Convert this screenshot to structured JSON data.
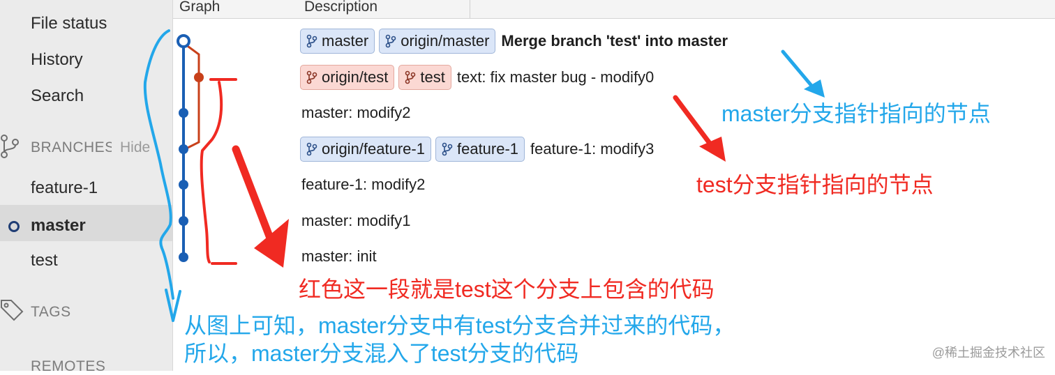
{
  "sidebar": {
    "items": [
      "File status",
      "History",
      "Search"
    ],
    "branches_header": "BRANCHES",
    "hide_label": "Hide",
    "branches": [
      "feature-1",
      "master",
      "test"
    ],
    "tags_header": "TAGS",
    "remotes_header": "REMOTES"
  },
  "columns": {
    "graph": "Graph",
    "description": "Description"
  },
  "commits": [
    {
      "tags": [
        {
          "label": "master",
          "color": "blue"
        },
        {
          "label": "origin/master",
          "color": "blue"
        }
      ],
      "message": "Merge branch 'test' into master"
    },
    {
      "tags": [
        {
          "label": "origin/test",
          "color": "red"
        },
        {
          "label": "test",
          "color": "red"
        }
      ],
      "message": "text: fix master bug - modify0"
    },
    {
      "tags": [],
      "message": "master: modify2"
    },
    {
      "tags": [
        {
          "label": "origin/feature-1",
          "color": "blue"
        },
        {
          "label": "feature-1",
          "color": "blue"
        }
      ],
      "message": "feature-1: modify3"
    },
    {
      "tags": [],
      "message": "feature-1: modify2"
    },
    {
      "tags": [],
      "message": "master: modify1"
    },
    {
      "tags": [],
      "message": "master: init"
    }
  ],
  "annotations": {
    "master_pointer": "master分支指针指向的节点",
    "test_pointer": "test分支指针指向的节点",
    "red_segment": "红色这一段就是test这个分支上包含的代码",
    "conclusion_line1": "从图上可知，master分支中有test分支合并过来的代码，",
    "conclusion_line2": "所以，master分支混入了test分支的代码"
  },
  "watermark": "@稀土掘金技术社区",
  "colors": {
    "master_lane": "#1a5fb4",
    "test_lane": "#c8401a",
    "annotation_blue": "#23a7ea",
    "annotation_red": "#f02a22"
  }
}
